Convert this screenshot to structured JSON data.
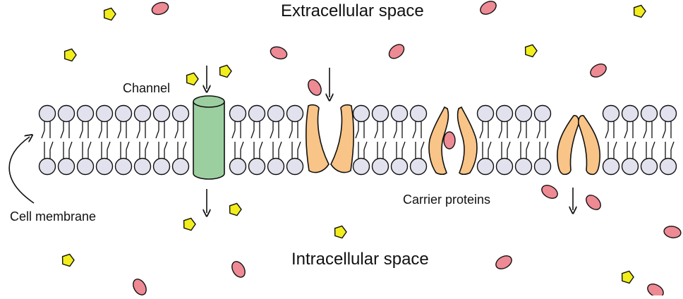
{
  "labels": {
    "extracellular": "Extracellular space",
    "intracellular": "Intracellular space",
    "channel": "Channel",
    "carrier_proteins": "Carrier proteins",
    "cell_membrane": "Cell membrane"
  },
  "colors": {
    "phospholipid_head": "#e2e1ee",
    "channel": "#9ccfa0",
    "carrier_protein": "#f8c487",
    "ion_oval": "#ee8a93",
    "molecule_pentagon": "#f2ee1e",
    "outline": "#111111"
  },
  "icons": {
    "oval_molecule": "pink-oval-molecule",
    "pentagon_molecule": "yellow-pentagon-molecule"
  }
}
